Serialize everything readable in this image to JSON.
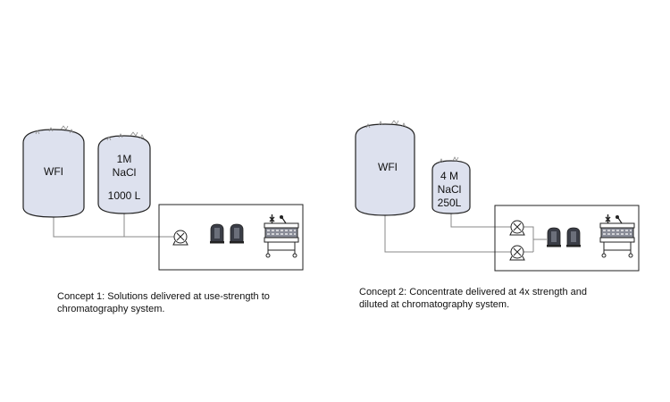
{
  "colors": {
    "tank_fill": "#dde1ee",
    "line": "#888888",
    "outline": "#222222",
    "pump_dark": "#3a3d46"
  },
  "concept1": {
    "tank_wfi": {
      "label": "WFI"
    },
    "tank_nacl": {
      "line1": "1M",
      "line2": "NaCl",
      "volume": "1000 L"
    },
    "caption_line1": "Concept 1: Solutions delivered at use-strength to",
    "caption_line2": "chromatography system."
  },
  "concept2": {
    "tank_wfi": {
      "label": "WFI"
    },
    "tank_nacl": {
      "line1": "4 M",
      "line2": "NaCl",
      "volume": "250L"
    },
    "caption_line1": "Concept 2: Concentrate delivered at 4x strength and",
    "caption_line2": "diluted at chromatography system."
  },
  "icons": [
    "tank-icon",
    "pump-icon",
    "filter-housing-icon",
    "chromatography-skid-icon"
  ]
}
